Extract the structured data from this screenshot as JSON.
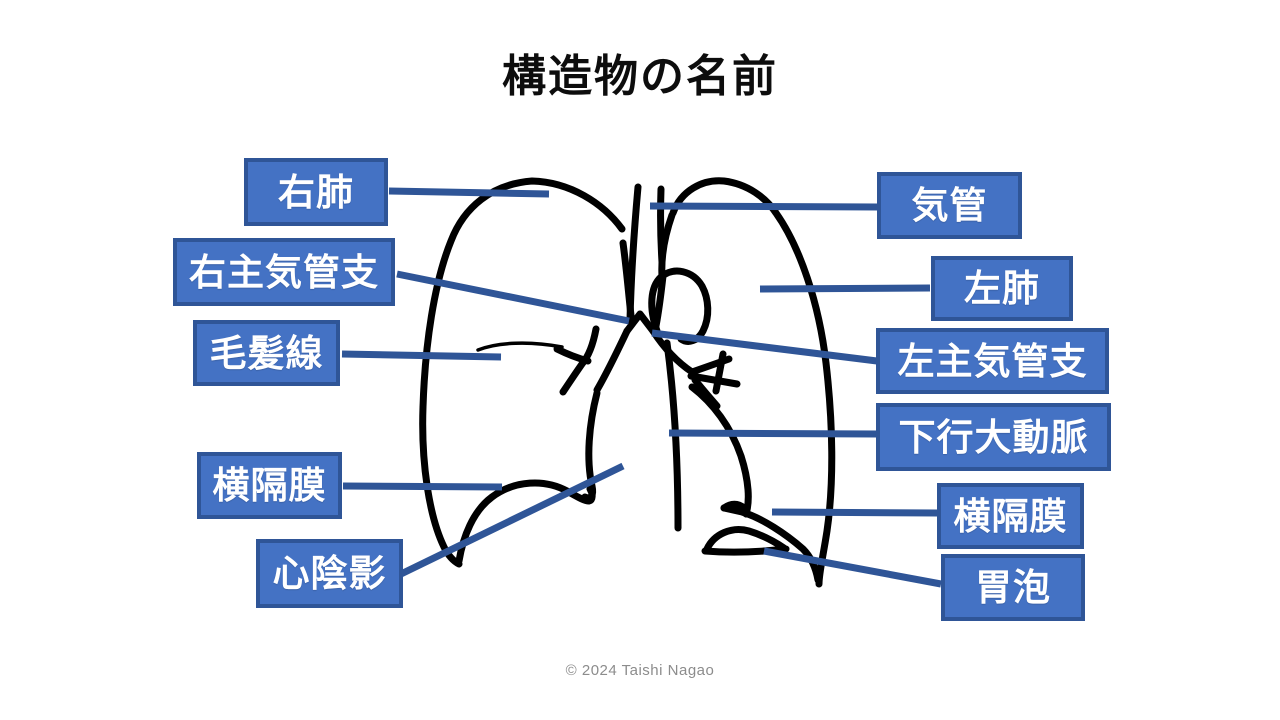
{
  "title": "構造物の名前",
  "footer": {
    "copyright": "© 2024 Taishi Nagao"
  },
  "colors": {
    "background": "#FFFFFF",
    "label_fill": "#4472C4",
    "label_border": "#2F5597",
    "connector_line": "#2F5597",
    "drawing_stroke": "#000000",
    "label_text": "#FFFFFF",
    "title_text": "#0D0D0D",
    "footer_text": "#8C8C8C"
  },
  "diagram": {
    "description": "Hand-drawn chest X-ray schematic: right and left lung outlines, trachea, main bronchi, aortic knob, descending aorta, heart shadow, diaphragm domes, hairline artifact and gastric bubble"
  },
  "labels": [
    {
      "text": "右肺",
      "side": "left"
    },
    {
      "text": "右主気管支",
      "side": "left"
    },
    {
      "text": "毛髪線",
      "side": "left"
    },
    {
      "text": "横隔膜",
      "side": "left"
    },
    {
      "text": "心陰影",
      "side": "left"
    },
    {
      "text": "気管",
      "side": "right"
    },
    {
      "text": "左肺",
      "side": "right"
    },
    {
      "text": "左主気管支",
      "side": "right"
    },
    {
      "text": "下行大動脈",
      "side": "right"
    },
    {
      "text": "横隔膜",
      "side": "right"
    },
    {
      "text": "胃泡",
      "side": "right"
    }
  ]
}
